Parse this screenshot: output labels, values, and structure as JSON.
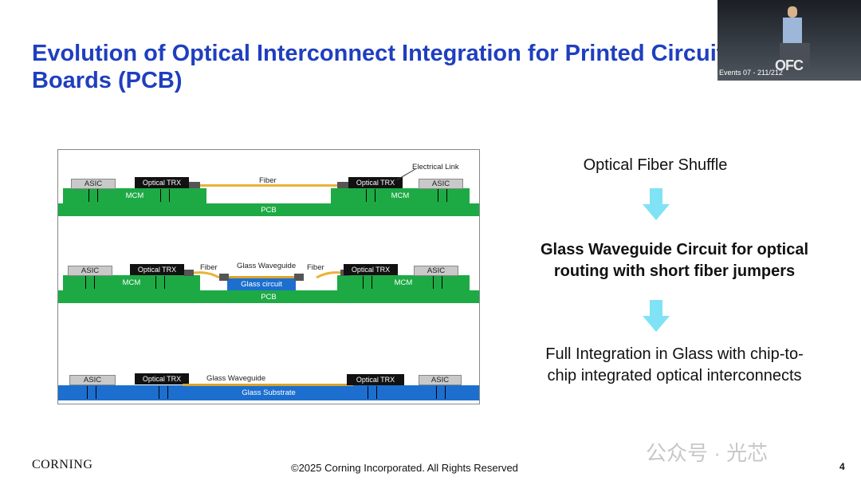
{
  "slide": {
    "title": "Evolution of Optical Interconnect Integration for Printed Circuit\nBoards (PCB)",
    "page_number": "4",
    "copyright": "©2025 Corning Incorporated. All Rights Reserved",
    "logo_text": "CORNING"
  },
  "video": {
    "caption": "Events 07 - 211/212",
    "logo": "OFC"
  },
  "diagram": {
    "row1": {
      "asic_left": "ASIC",
      "trx_left": "Optical TRX",
      "fiber": "Fiber",
      "electrical_link": "Electrical Link",
      "trx_right": "Optical TRX",
      "asic_right": "ASIC",
      "mcm_left": "MCM",
      "mcm_right": "MCM",
      "pcb": "PCB"
    },
    "row2": {
      "asic_left": "ASIC",
      "trx_left": "Optical TRX",
      "fiber_left": "Fiber",
      "glass_waveguide": "Glass Waveguide",
      "fiber_right": "Fiber",
      "trx_right": "Optical TRX",
      "asic_right": "ASIC",
      "mcm_left": "MCM",
      "glass_circuit": "Glass circuit",
      "mcm_right": "MCM",
      "pcb": "PCB"
    },
    "row3": {
      "asic_left": "ASIC",
      "trx_left": "Optical TRX",
      "glass_waveguide": "Glass Waveguide",
      "trx_right": "Optical TRX",
      "asic_right": "ASIC",
      "glass_substrate": "Glass Substrate"
    }
  },
  "flow": {
    "step1": "Optical Fiber Shuffle",
    "step2": "Glass Waveguide Circuit for optical\nrouting with short fiber jumpers",
    "step3": "Full Integration in Glass with chip-to-\nchip integrated optical interconnects",
    "arrow_color": "#7fe3f5"
  },
  "watermark": "公众号 · 光芯"
}
